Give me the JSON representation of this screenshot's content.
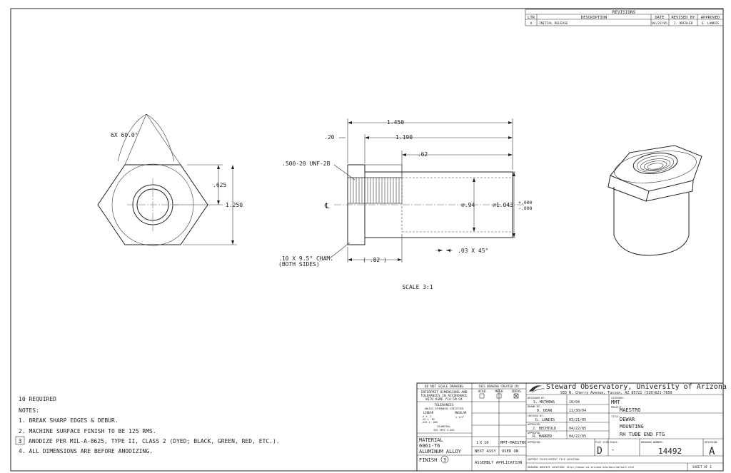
{
  "revisions": {
    "header": "REVISIONS",
    "columns": [
      "LTR",
      "DESCRIPTION",
      "DATE",
      "REVISED BY",
      "APPROVED"
    ],
    "rows": [
      [
        "A",
        "INITIAL RELEASE",
        "04/22/05",
        "J. DREXLER",
        "G. LANDIS"
      ]
    ]
  },
  "drawing": {
    "angle_note": "6X 60.0°",
    "across_flats": ".625",
    "across_corners": "1.250",
    "overall_length": "1.450",
    "body_length": "1.190",
    "flange_thk": ".20",
    "thread_depth": ".62",
    "thread_spec": ".500-20 UNF-2B",
    "dia_bore": "∅.94",
    "dia_body": "∅1.043",
    "tol_plus": "+.000",
    "tol_minus": "-.008",
    "chamfer_small": ".03 X 45°",
    "chamfer_note_1": ".10 X 9.5° CHAM.",
    "chamfer_note_2": "(BOTH SIDES)",
    "ref_dim": "( .82 )",
    "centerline_mark": "℄",
    "scale": "SCALE 3:1"
  },
  "notes": {
    "qty": "10 REQUIRED",
    "title": "NOTES:",
    "items": [
      "1. BREAK SHARP EDGES & DEBUR.",
      "2. MACHINE SURFACE FINISH TO BE 125 RMS.",
      "ANODIZE PER MIL-A-8625, TYPE II, CLASS 2 (DYED; BLACK, GREEN, RED, ETC.).",
      "4. ALL DIMENSIONS ARE BEFORE ANODIZING."
    ],
    "flag_number": "3"
  },
  "title_block": {
    "do_not_scale": "DO NOT SCALE DRAWING",
    "interpret_1": "INTERPRET DIMENSIONS AND",
    "interpret_2": "TOLERANCES IN ACCORDANCE",
    "interpret_3": "WITH ASME Y14.5M-94",
    "tolerances": "TOLERANCES",
    "unless": "UNLESS OTHERWISE SPECIFIED",
    "linear": "LINEAR",
    "angular": "ANGULAR",
    "tol_x": ".X   ± .1",
    "tol_xx": ".XX  ± .02",
    "tol_xxx": ".XXX ± .005",
    "tol_ang": "± 1/2°",
    "diametral": "DIAMETRAL",
    "see_spec": "SEE SPEC S-002",
    "created_in": "THIS DRAWING CREATED IN:",
    "cad_a": "ACAD",
    "cad_b": "MESH",
    "cad_c": "IDEAS",
    "material_label": "MATERIAL",
    "material_1": "6061-T6",
    "material_2": "ALUMINUM ALLOY",
    "finish_label": "FINISH",
    "finish_flag": "3",
    "qty_count": "1",
    "qty_sep": "X",
    "qty_total": "10",
    "next_assy_val": "MMT-MAESTRO",
    "next_assy": "NEXT ASSY",
    "used_on": "USED ON",
    "assembly_app": "ASSEMBLY APPLICATION",
    "org": "Steward Observatory, University of Arizona",
    "address": "933 N. Cherry Avenue, Tucson, AZ 85721  (520)621-7659",
    "designed_by_label": "DESIGNED BY:",
    "designed_by": "S. MATHEWS",
    "designed_date": "10/04",
    "category_label": "CATEGORY:",
    "category": "MMT",
    "drawn_by_label": "DRAWN BY:",
    "drawn_by": "D. DEAN",
    "drawn_date": "11/30/04",
    "project_label": "PROJECT:",
    "project": "MAESTRO",
    "checked_by_label": "CHECKED BY:",
    "checked_by": "G. LANDIS",
    "checked_date": "03/21/05",
    "title_label": "TITLE:",
    "title_1": "DEWAR",
    "title_2": "MOUNTING",
    "title_3": "RH TUBE END FTG",
    "approved1_label": "APPROVED:",
    "approved1": "J. BECHTOLD",
    "approved1_date": "04/22/05",
    "approved2_label": "APPROVED:",
    "approved2": "R. HARRER",
    "approved2_date": "04/22/05",
    "approved3_label": "APPROVED:",
    "plot_size_label": "PLOT SIZE",
    "plot_size": "D",
    "scale_label": "SCALE:",
    "scale": "-",
    "drawing_number_label": "DRAWING NUMBER:",
    "drawing_number": "14492",
    "revision_label": "REVISION:",
    "revision": "A",
    "support_files": "SUPPORT FILES/OUTPUT FILE LOCATION:",
    "archive_loc": "DRAWING ARCHIVE LOCATION: http://dewar.as.arizona.edu/docs/default.html",
    "sheet": "SHEET  OF 1"
  }
}
